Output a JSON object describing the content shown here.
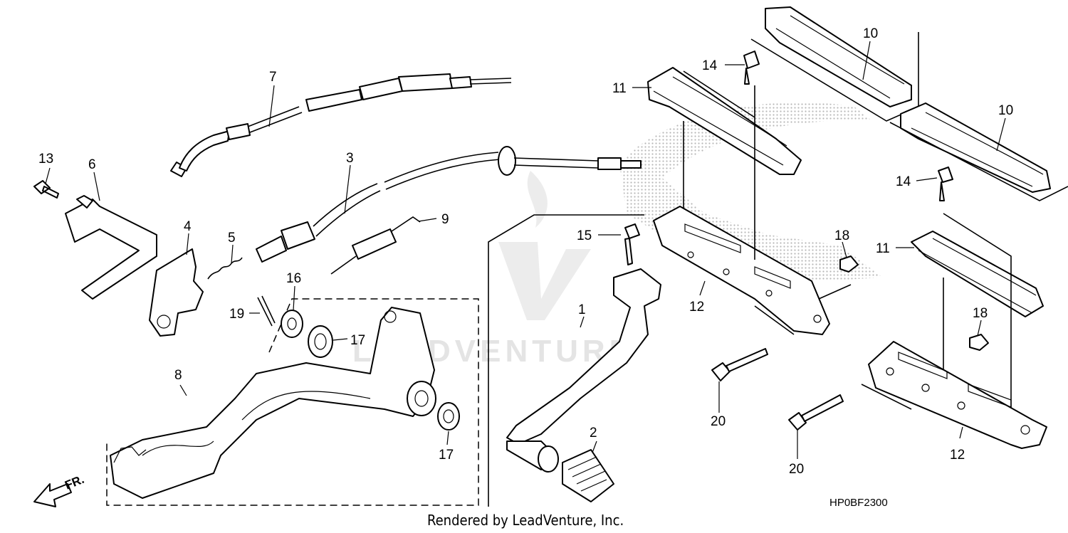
{
  "diagram": {
    "part_labels": [
      "1",
      "2",
      "3",
      "4",
      "5",
      "6",
      "7",
      "8",
      "9",
      "10",
      "10",
      "11",
      "11",
      "12",
      "12",
      "13",
      "14",
      "14",
      "15",
      "16",
      "17",
      "17",
      "18",
      "18",
      "19",
      "20",
      "20"
    ],
    "direction_label": "FR.",
    "diagram_code": "HP0BF2300",
    "watermark": "LEADVENTURE",
    "footer": "Rendered by LeadVenture, Inc."
  }
}
